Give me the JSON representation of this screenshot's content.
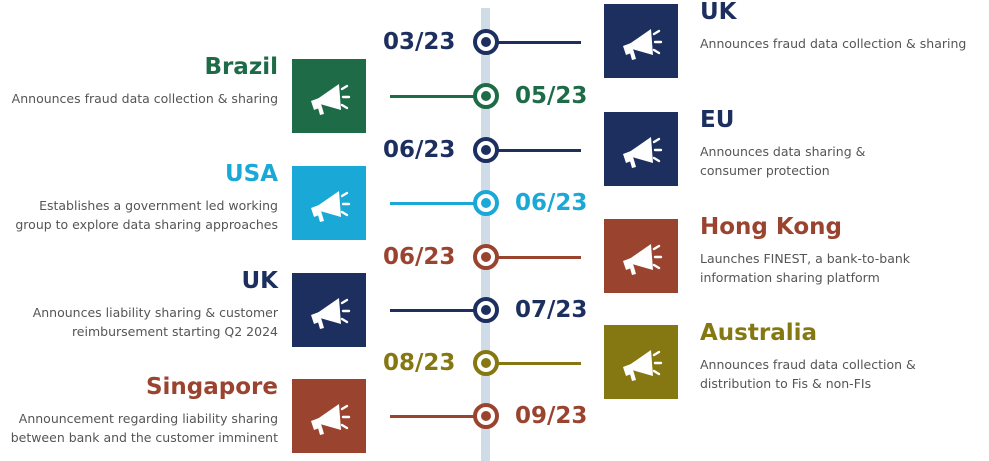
{
  "colors": {
    "navy": "#1c2f5e",
    "green": "#1e6b47",
    "cyan": "#1aa8d6",
    "rust": "#9a4430",
    "olive": "#857812",
    "axis": "#cfdbe6"
  },
  "icon_name": "megaphone-icon",
  "events": [
    {
      "date": "03/23",
      "country": "UK",
      "description": [
        "Announces  fraud data collection & sharing"
      ],
      "side": "right",
      "color": "navy"
    },
    {
      "date": "05/23",
      "country": "Brazil",
      "description": [
        "Announces  fraud data collection & sharing"
      ],
      "side": "left",
      "color": "green"
    },
    {
      "date": "06/23",
      "country": "EU",
      "description": [
        "Announces  data sharing &",
        "consumer protection"
      ],
      "side": "right",
      "color": "navy"
    },
    {
      "date": "06/23",
      "country": "USA",
      "description": [
        "Establishes a government led working",
        "group to explore data sharing approaches"
      ],
      "side": "left",
      "color": "cyan"
    },
    {
      "date": "06/23",
      "country": "Hong Kong",
      "description": [
        "Launches FINEST, a bank-to-bank",
        "information sharing platform"
      ],
      "side": "right",
      "color": "rust"
    },
    {
      "date": "07/23",
      "country": "UK",
      "description": [
        "Announces  liability sharing & customer",
        "reimbursement starting Q2 2024"
      ],
      "side": "left",
      "color": "navy"
    },
    {
      "date": "08/23",
      "country": "Australia",
      "description": [
        "Announces  fraud data collection &",
        "distribution to Fis & non-FIs"
      ],
      "side": "right",
      "color": "olive"
    },
    {
      "date": "09/23",
      "country": "Singapore",
      "description": [
        "Announcement  regarding liability sharing",
        "between bank and the customer imminent"
      ],
      "side": "left",
      "color": "rust"
    }
  ]
}
